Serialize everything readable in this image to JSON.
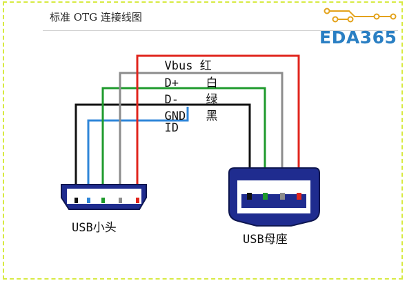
{
  "title": "标准 OTG 连接线图",
  "logo": {
    "text": "EDA365"
  },
  "wires": [
    {
      "pin": "Vbus",
      "color_name": "红",
      "color": "#e0241c"
    },
    {
      "pin": "D+",
      "color_name": "白",
      "color": "#8c8c8c"
    },
    {
      "pin": "D-",
      "color_name": "绿",
      "color": "#1e9a2c"
    },
    {
      "pin": "GND",
      "color_name": "黑",
      "color": "#111111"
    },
    {
      "pin": "ID",
      "color_name": "",
      "color": "#2f86d8"
    }
  ],
  "connectors": {
    "micro_plug": "USB小头",
    "receptacle": "USB母座"
  },
  "colors": {
    "connector_fill": "#1f2c8f",
    "frame": "#d7ea42",
    "logo": "#2a7fc3"
  }
}
